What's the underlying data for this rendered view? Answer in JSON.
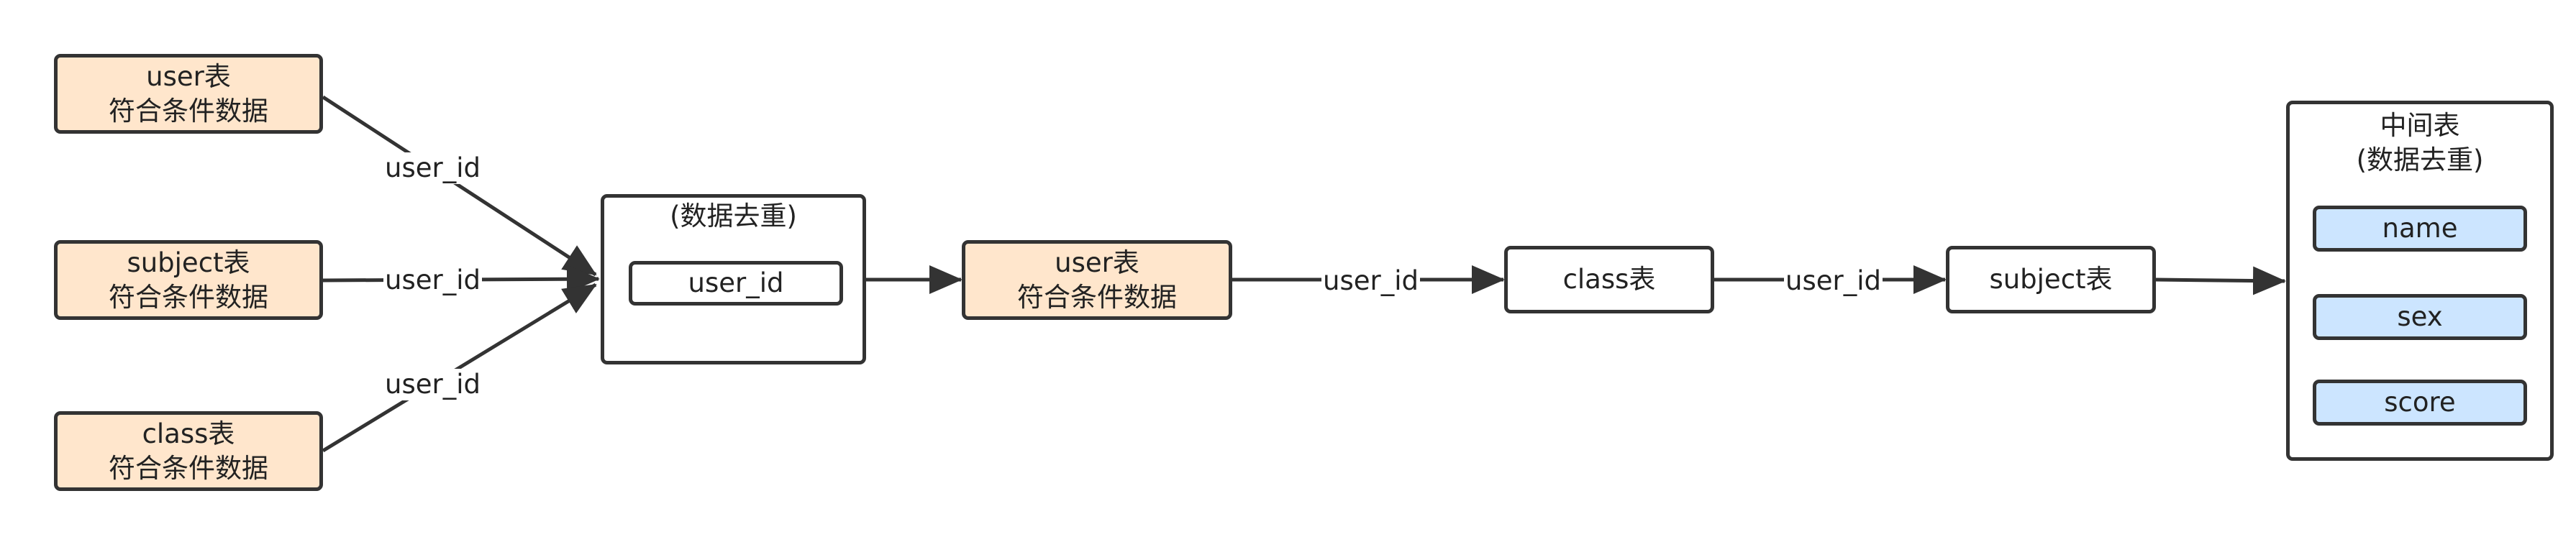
{
  "nodes": {
    "user_src": {
      "line1": "user表",
      "line2": "符合条件数据"
    },
    "subject_src": {
      "line1": "subject表",
      "line2": "符合条件数据"
    },
    "class_src": {
      "line1": "class表",
      "line2": "符合条件数据"
    },
    "dedup": {
      "title": "(数据去重)",
      "field": "user_id"
    },
    "user_mid": {
      "line1": "user表",
      "line2": "符合条件数据"
    },
    "class_table": {
      "label": "class表"
    },
    "subject_table": {
      "label": "subject表"
    },
    "middle_table": {
      "title_line1": "中间表",
      "title_line2": "(数据去重)",
      "fields": [
        "name",
        "sex",
        "score"
      ]
    }
  },
  "edges": {
    "user_to_dedup": "user_id",
    "subject_to_dedup": "user_id",
    "class_to_dedup": "user_id",
    "user_to_class": "user_id",
    "class_to_subject": "user_id"
  },
  "colors": {
    "stroke": "#333333",
    "source_fill": "#ffe6cc",
    "field_fill": "#cce5ff",
    "plain_fill": "#ffffff"
  }
}
